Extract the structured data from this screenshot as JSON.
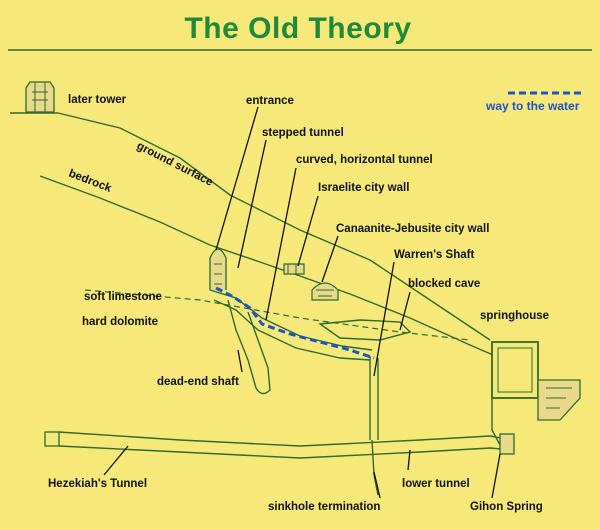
{
  "title": "The Old Theory",
  "legend": {
    "label": "way to the water",
    "color": "#1a56c8"
  },
  "colors": {
    "background": "#f6e97a",
    "title": "#1f8a3a",
    "lines": "#2c6b2c",
    "water_route": "#1a56c8"
  },
  "labels": {
    "later_tower": "later tower",
    "entrance": "entrance",
    "stepped_tunnel": "stepped tunnel",
    "ground_surface": "ground surface",
    "curved_tunnel": "curved, horizontal tunnel",
    "bedrock": "bedrock",
    "israelite_wall": "Israelite city wall",
    "canaanite_wall": "Canaanite-Jebusite city wall",
    "warrens_shaft": "Warren's Shaft",
    "blocked_cave": "blocked cave",
    "soft_limestone": "soft limestone",
    "hard_dolomite": "hard dolomite",
    "springhouse": "springhouse",
    "dead_end_shaft": "dead-end shaft",
    "hezekiahs_tunnel": "Hezekiah's Tunnel",
    "lower_tunnel": "lower tunnel",
    "sinkhole_termination": "sinkhole termination",
    "gihon_spring": "Gihon Spring"
  }
}
